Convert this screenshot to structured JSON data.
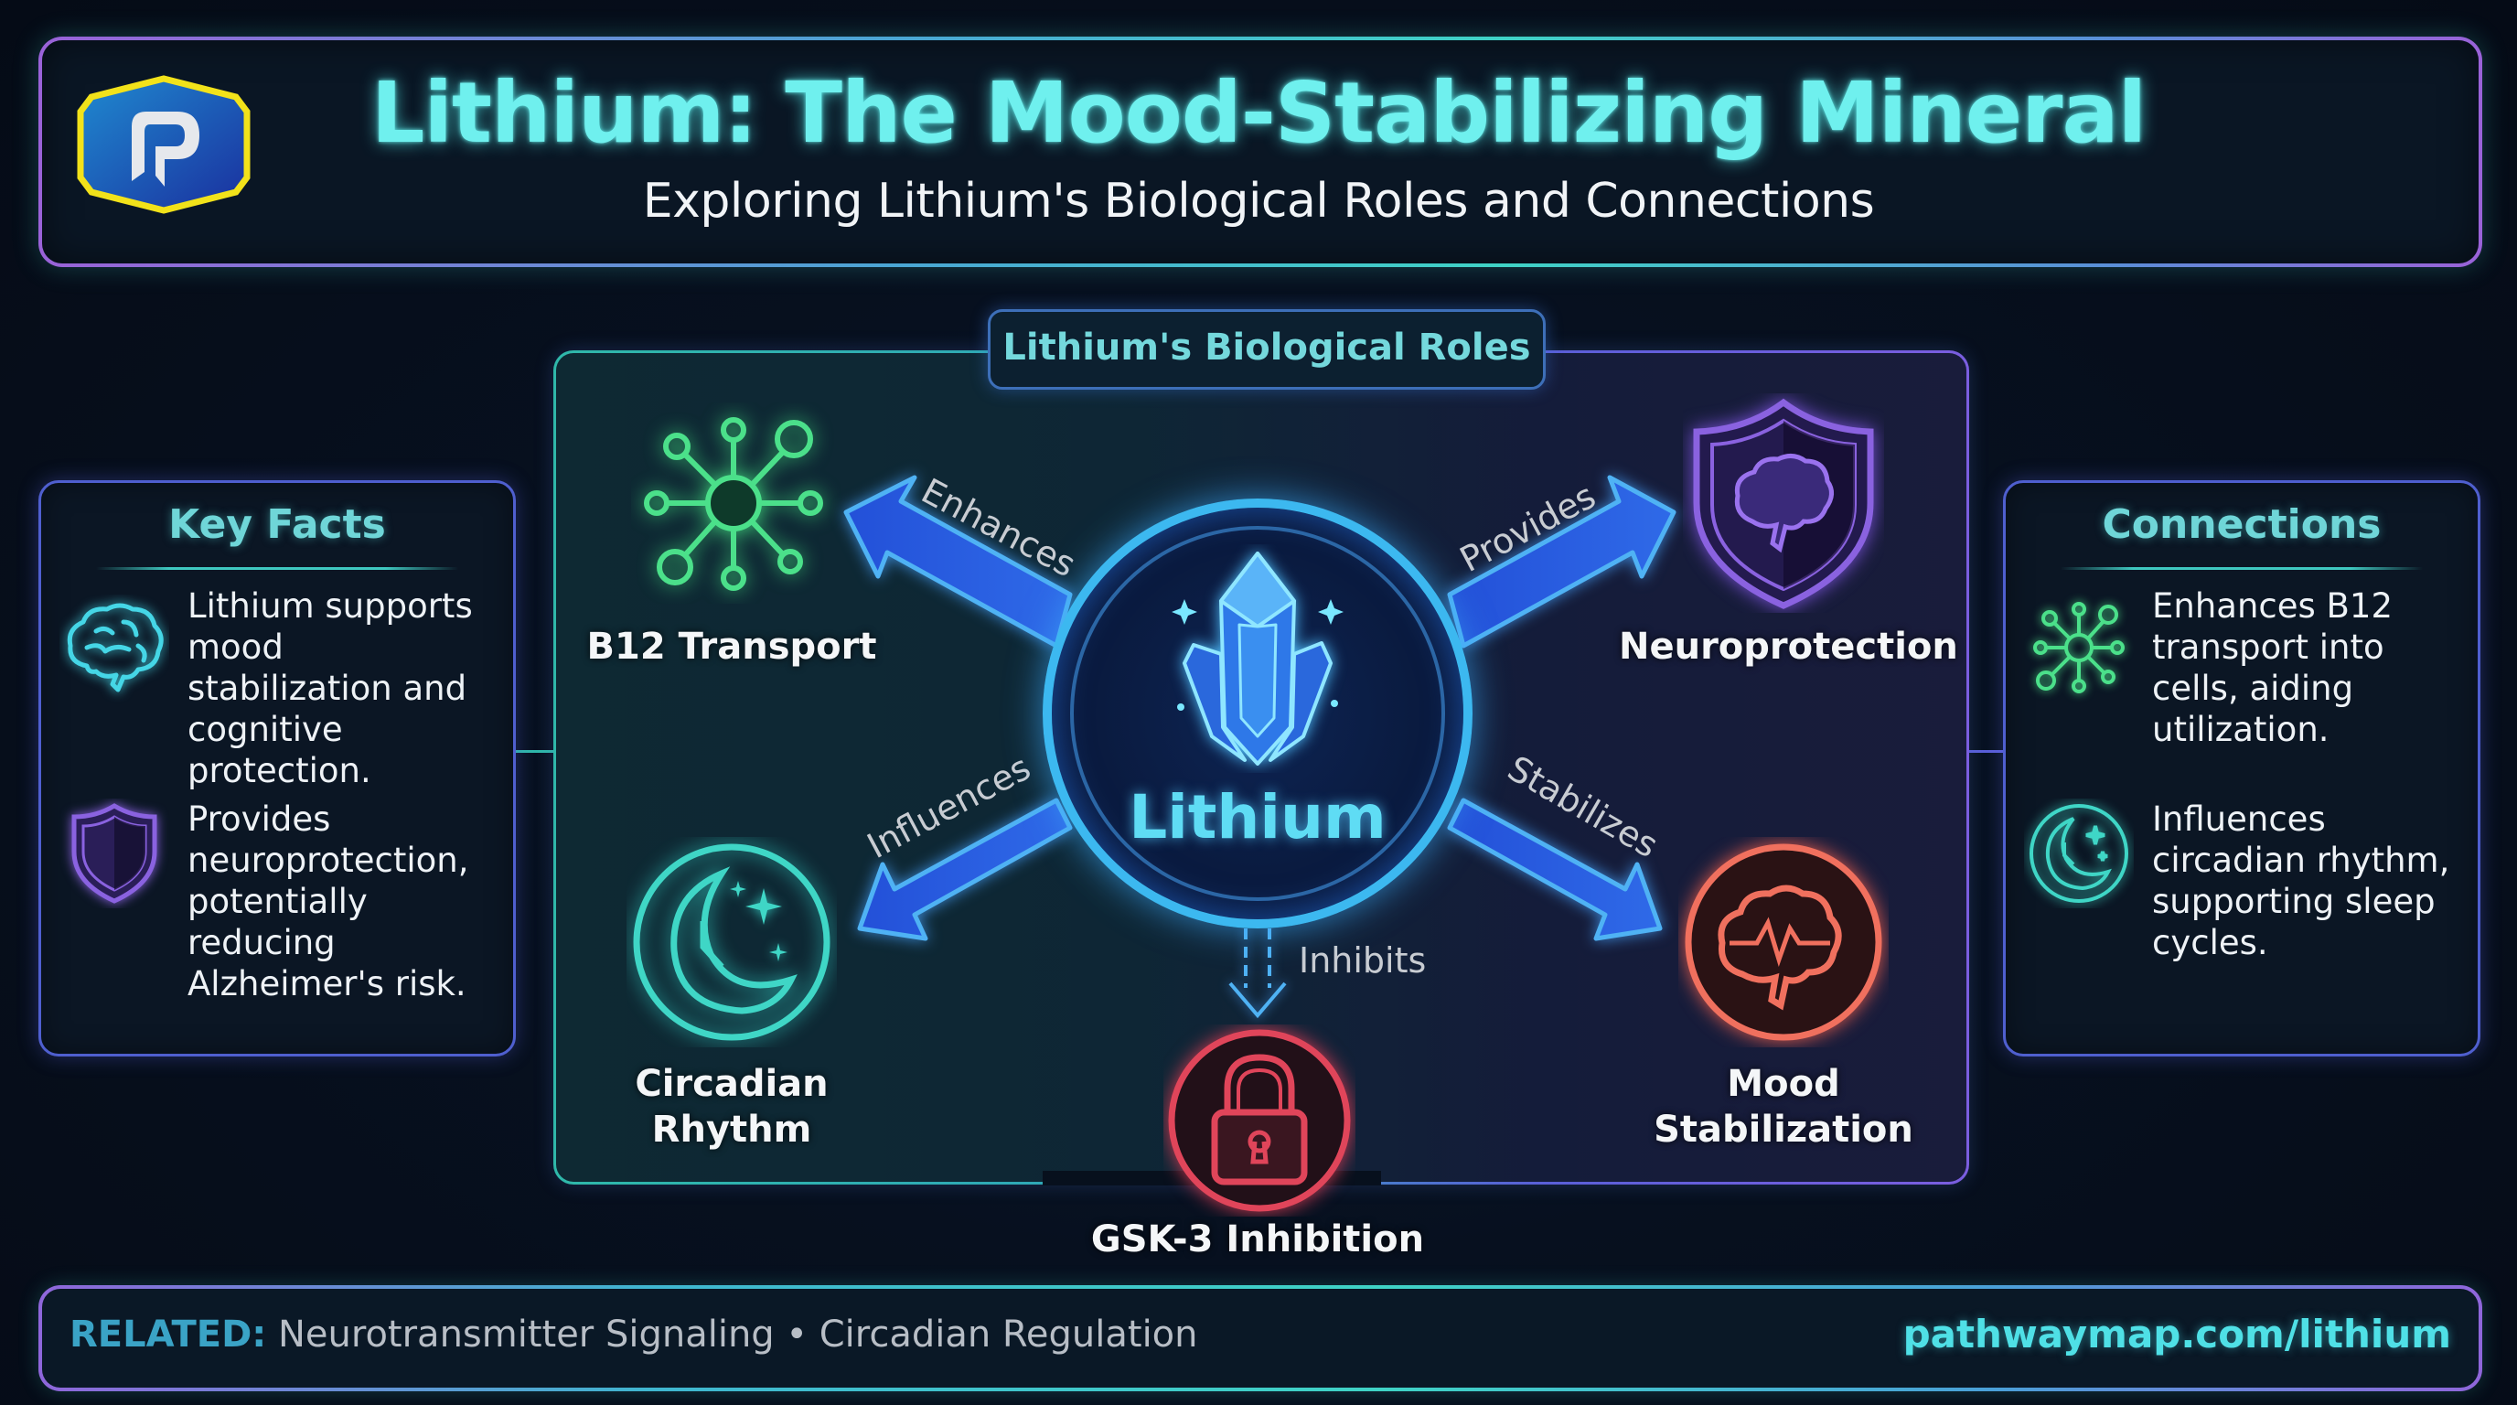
{
  "header": {
    "logo_letter": "P",
    "title": "Lithium: The Mood-Stabilizing Mineral",
    "subtitle": "Exploring Lithium's Biological Roles and Connections"
  },
  "key_facts": {
    "title": "Key Facts",
    "items": [
      {
        "icon": "brain-icon",
        "text": "Lithium supports mood stabilization and cognitive protection."
      },
      {
        "icon": "shield-icon",
        "text": "Provides neuroprotection, potentially reducing Alzheimer's risk."
      }
    ]
  },
  "connections": {
    "title": "Connections",
    "items": [
      {
        "icon": "molecule-network-icon",
        "text": "Enhances B12 transport into cells, aiding utilization."
      },
      {
        "icon": "moon-clock-icon",
        "text": "Influences circadian rhythm, supporting sleep cycles."
      }
    ]
  },
  "diagram": {
    "section_title": "Lithium's Biological Roles",
    "hub": {
      "label": "Lithium",
      "icon": "crystal-icon"
    },
    "nodes": [
      {
        "id": "b12",
        "label": "B12 Transport",
        "verb": "Enhances",
        "icon": "molecule-network-icon",
        "color": "#4be08a"
      },
      {
        "id": "neuro",
        "label": "Neuroprotection",
        "verb": "Provides",
        "icon": "shield-brain-icon",
        "color": "#8a62e0"
      },
      {
        "id": "circadian",
        "label": "Circadian Rhythm",
        "label_lines": [
          "Circadian",
          "Rhythm"
        ],
        "verb": "Influences",
        "icon": "moon-clock-icon",
        "color": "#3fd6c6"
      },
      {
        "id": "mood",
        "label": "Mood Stabilization",
        "label_lines": [
          "Mood",
          "Stabilization"
        ],
        "verb": "Stabilizes",
        "icon": "brain-pulse-icon",
        "color": "#f0705e"
      },
      {
        "id": "gsk3",
        "label": "GSK-3 Inhibition",
        "verb": "Inhibits",
        "icon": "padlock-icon",
        "color": "#e0455a"
      }
    ]
  },
  "footer": {
    "related_label": "RELATED:",
    "related_items": "Neurotransmitter Signaling • Circadian Regulation",
    "url": "pathwaymap.com/lithium"
  },
  "colors": {
    "background": "#07101f",
    "title_cyan": "#6ff0ee",
    "accent_teal": "#3fd3c6",
    "accent_purple": "#9a62d8",
    "arrow_blue": "#2a62e0",
    "hub_ring": "#3cb8f0",
    "logo_yellow": "#f2e21a",
    "logo_blue": "#1e3fae"
  }
}
